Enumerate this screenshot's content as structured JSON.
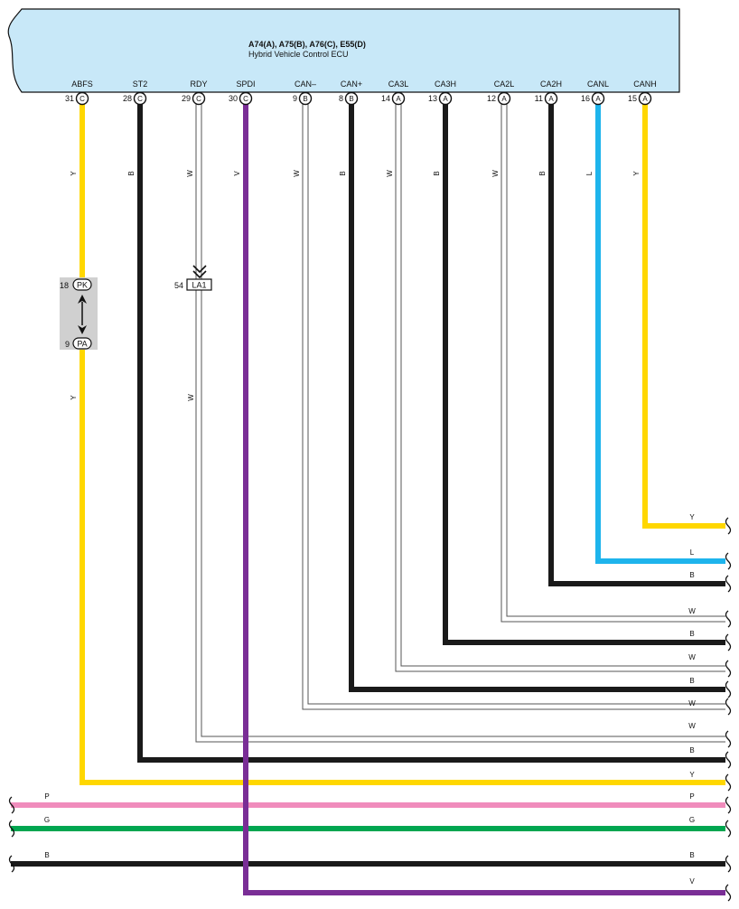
{
  "ecu": {
    "title": "A74(A), A75(B), A76(C), E55(D)",
    "subtitle": "Hybrid Vehicle Control ECU"
  },
  "pins": [
    {
      "signal": "ABFS",
      "pin": "31",
      "connector": "C",
      "wire_color": "Y"
    },
    {
      "signal": "ST2",
      "pin": "28",
      "connector": "C",
      "wire_color": "B"
    },
    {
      "signal": "RDY",
      "pin": "29",
      "connector": "C",
      "wire_color": "W"
    },
    {
      "signal": "SPDI",
      "pin": "30",
      "connector": "C",
      "wire_color": "V"
    },
    {
      "signal": "CAN–",
      "pin": "9",
      "connector": "B",
      "wire_color": "W"
    },
    {
      "signal": "CAN+",
      "pin": "8",
      "connector": "B",
      "wire_color": "B"
    },
    {
      "signal": "CA3L",
      "pin": "14",
      "connector": "A",
      "wire_color": "W"
    },
    {
      "signal": "CA3H",
      "pin": "13",
      "connector": "A",
      "wire_color": "B"
    },
    {
      "signal": "CA2L",
      "pin": "12",
      "connector": "A",
      "wire_color": "W"
    },
    {
      "signal": "CA2H",
      "pin": "11",
      "connector": "A",
      "wire_color": "B"
    },
    {
      "signal": "CANL",
      "pin": "16",
      "connector": "A",
      "wire_color": "L"
    },
    {
      "signal": "CANH",
      "pin": "15",
      "connector": "A",
      "wire_color": "Y"
    }
  ],
  "abfs_connector": {
    "top": {
      "pin": "18",
      "label": "PK"
    },
    "bottom": {
      "pin": "9",
      "label": "PA"
    },
    "wire_color_below": "Y"
  },
  "rdy_junction": {
    "pin": "54",
    "label": "LA1",
    "wire_color_below": "W"
  },
  "right_exits": [
    {
      "label": "Y"
    },
    {
      "label": "L"
    },
    {
      "label": "B"
    },
    {
      "label": "W"
    },
    {
      "label": "B"
    },
    {
      "label": "W"
    },
    {
      "label": "B"
    },
    {
      "label": "W"
    },
    {
      "label": "W"
    },
    {
      "label": "B"
    },
    {
      "label": "Y"
    }
  ],
  "through_wires": [
    {
      "left_label": "P",
      "right_label": "P"
    },
    {
      "left_label": "G",
      "right_label": "G"
    },
    {
      "left_label": "B",
      "right_label": "B"
    }
  ],
  "spdi_exit": {
    "label": "V"
  },
  "colors": {
    "Y": "#ffd700",
    "B": "#1a1a1a",
    "W": "#ffffff",
    "V": "#7a2e96",
    "L": "#1eb4ec",
    "P": "#f08cbc",
    "G": "#00a650",
    "ecu_fill": "#c8e8f8",
    "connector_fill": "#d0d0d0"
  }
}
